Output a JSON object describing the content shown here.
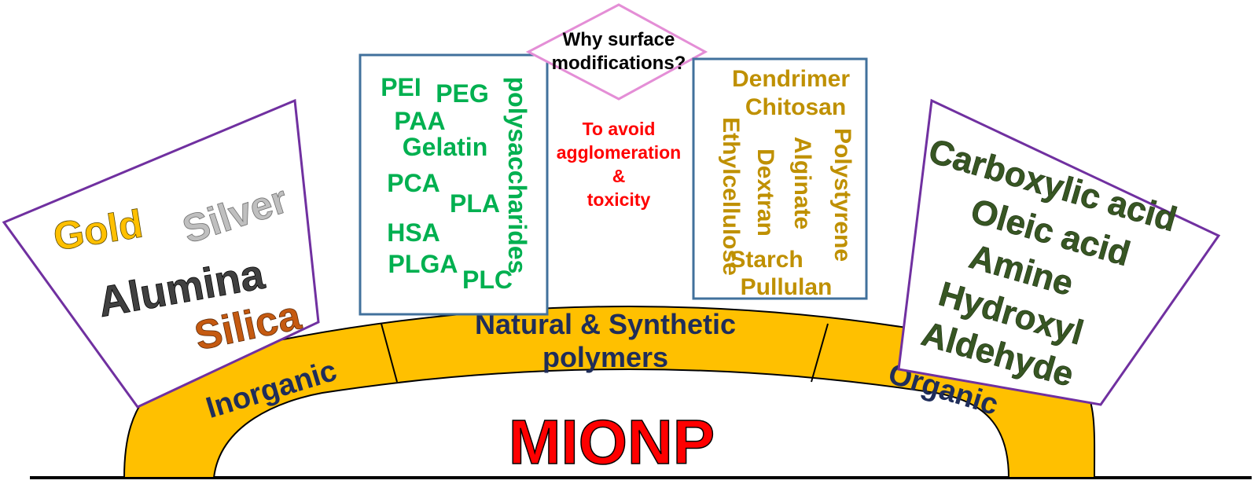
{
  "center": {
    "label": "MIONP",
    "color": "#ff0000"
  },
  "arc": {
    "fill": "#ffc000",
    "label_color": "#1f2d5a",
    "segments": [
      {
        "lines": [
          "Inorganic"
        ]
      },
      {
        "lines": [
          "Natural & Synthetic",
          "polymers"
        ]
      },
      {
        "lines": [
          "Organic"
        ]
      }
    ]
  },
  "question": {
    "lines": [
      "Why surface",
      "modifications?"
    ],
    "border_color": "#e48ed6"
  },
  "answer": {
    "lines": [
      "To avoid",
      "agglomeration",
      "&",
      "toxicity"
    ],
    "color": "#ff0000"
  },
  "inorganic_box": {
    "border_color": "#7030a0",
    "items": [
      {
        "text": "Gold",
        "color": "#ffc000"
      },
      {
        "text": "Silver",
        "color": "#bfbfbf"
      },
      {
        "text": "Alumina",
        "color": "#404040"
      },
      {
        "text": "Silica",
        "color": "#c55a11"
      }
    ]
  },
  "synthetic_box": {
    "border_color": "#41719c",
    "color": "#00b050",
    "items": [
      "PEI",
      "PEG",
      "PAA",
      "Gelatin",
      "PCA",
      "PLA",
      "HSA",
      "PLGA",
      "PLC",
      "polysaccharides"
    ]
  },
  "natural_box": {
    "border_color": "#41719c",
    "color": "#bf9000",
    "items": [
      "Dendrimer",
      "Chitosan",
      "Ethylcellulose",
      "Dextran",
      "Alginate",
      "Polystyrene",
      "Starch",
      "Pullulan"
    ]
  },
  "organic_box": {
    "border_color": "#7030a0",
    "color": "#375623",
    "items": [
      "Carboxylic acid",
      "Oleic acid",
      "Amine",
      "Hydroxyl",
      "Aldehyde"
    ]
  }
}
